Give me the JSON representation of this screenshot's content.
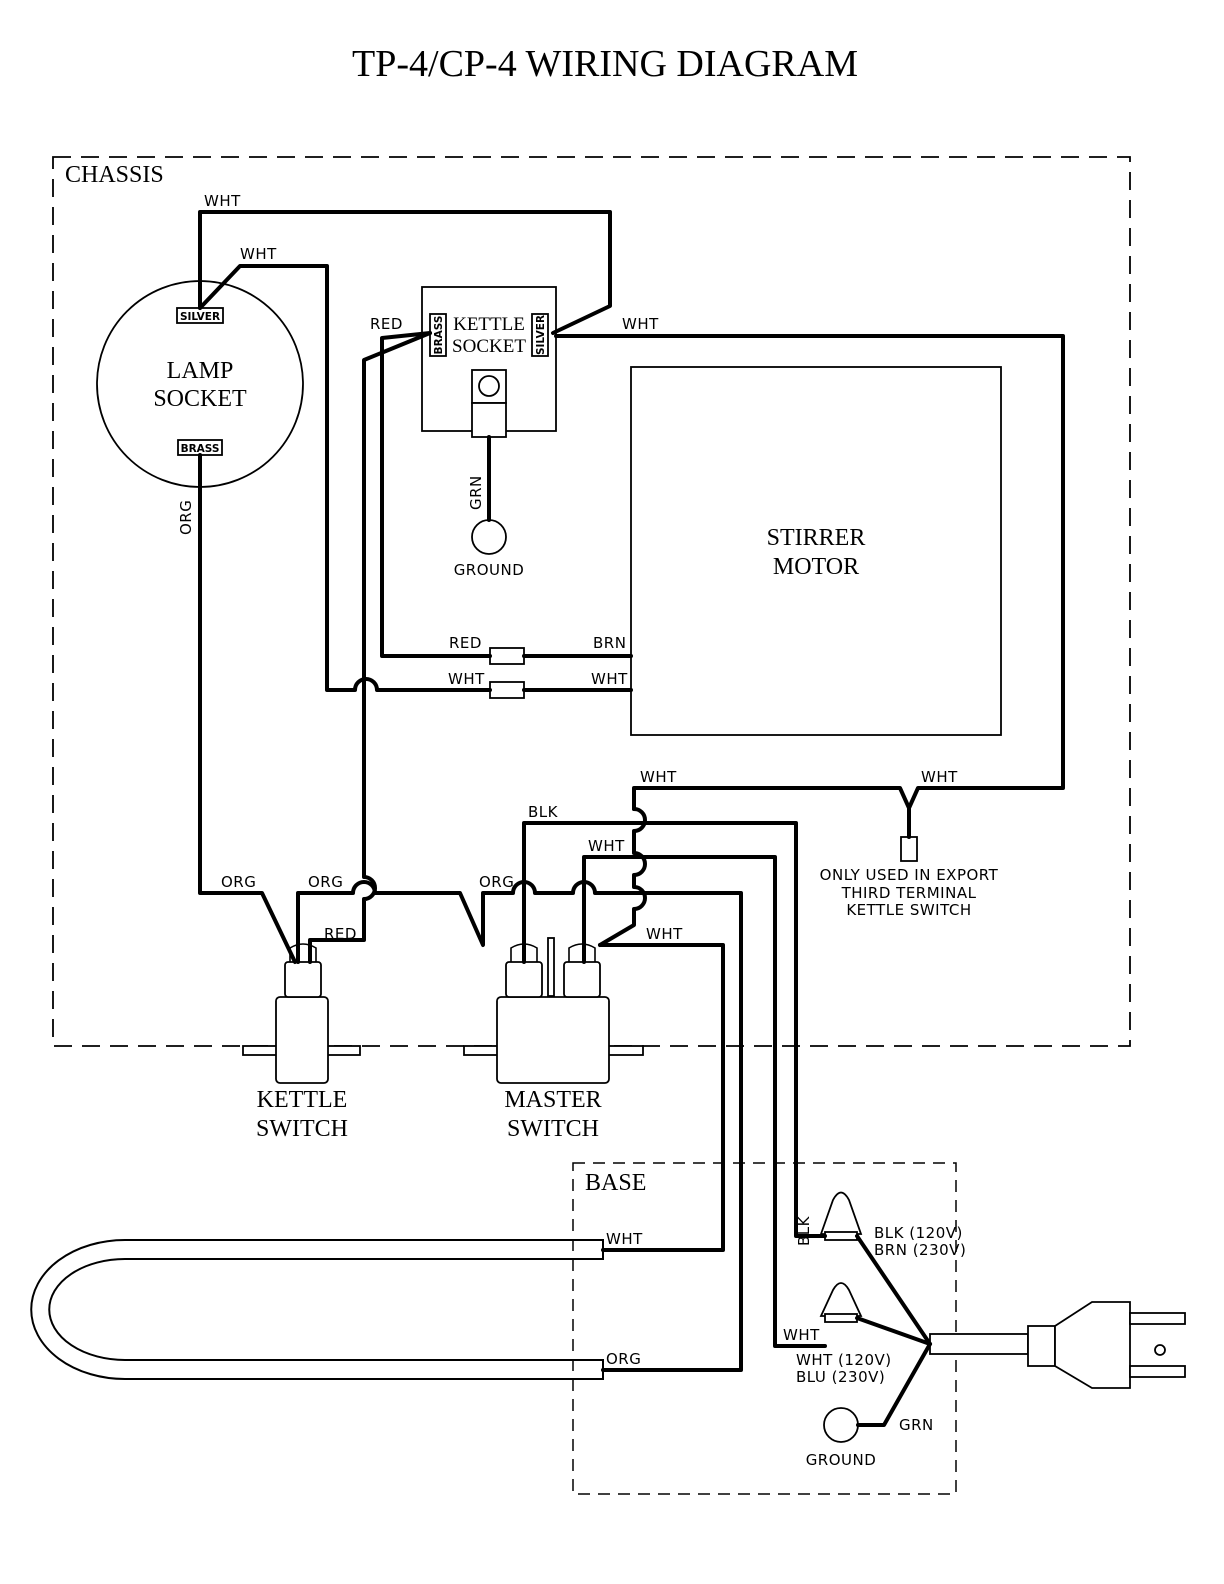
{
  "title": "TP-4/CP-4 WIRING DIAGRAM",
  "regions": {
    "chassis": "CHASSIS",
    "base": "BASE"
  },
  "components": {
    "lamp_socket": [
      "LAMP",
      "SOCKET"
    ],
    "kettle_socket": [
      "KETTLE",
      "SOCKET"
    ],
    "stirrer_motor": [
      "STIRRER",
      "MOTOR"
    ],
    "kettle_switch": [
      "KETTLE",
      "SWITCH"
    ],
    "master_switch": [
      "MASTER",
      "SWITCH"
    ]
  },
  "terminals": {
    "silver": "SILVER",
    "brass": "BRASS"
  },
  "ground_label": "GROUND",
  "export_note": [
    "ONLY USED IN EXPORT",
    "THIRD TERMINAL",
    "KETTLE SWITCH"
  ],
  "wire_labels": {
    "wht": "WHT",
    "red": "RED",
    "org": "ORG",
    "grn": "GRN",
    "brn": "BRN",
    "blk": "BLK",
    "blk_120": "BLK (120V)",
    "brn_230": "BRN (230V)",
    "wht_120": "WHT (120V)",
    "blu_230": "BLU (230V)"
  }
}
